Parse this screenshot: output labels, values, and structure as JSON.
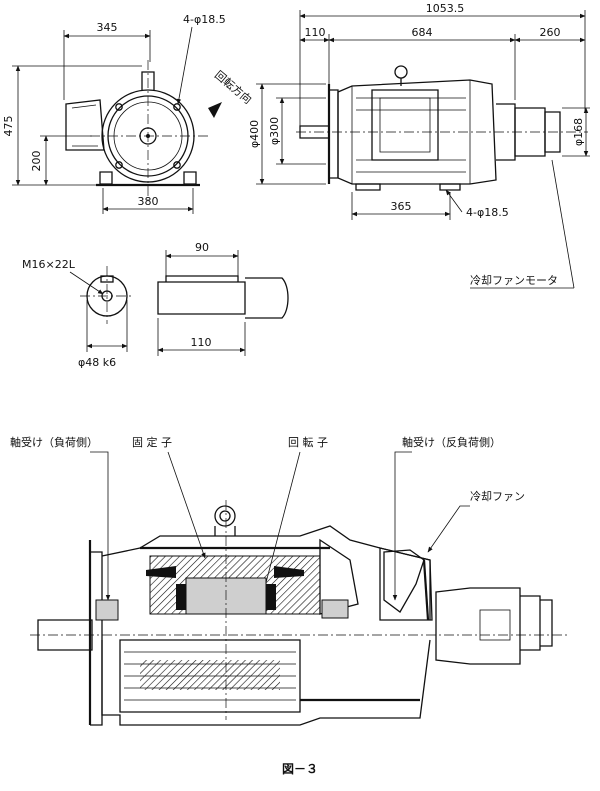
{
  "dimensions": {
    "front_width_top": "345",
    "front_height_total": "475",
    "front_shaft_height": "200",
    "front_base_width": "380",
    "front_holes": "4-φ18.5",
    "rotation": "回転方向",
    "side_total_length": "1053.5",
    "side_shaft_ext": "110",
    "side_body_length": "684",
    "side_fan_length": "260",
    "side_flange_dia": "φ400",
    "side_spigot_dia": "φ300",
    "side_fan_dia": "φ168",
    "side_foot_span": "365",
    "side_foot_holes": "4-φ18.5",
    "shaft_thread": "M16×22L",
    "shaft_dia": "φ48 k6",
    "shaft_key_length": "90",
    "shaft_length": "110"
  },
  "labels": {
    "cooling_fan_motor": "冷却ファンモータ",
    "bearing_load_side": "軸受け（負荷側）",
    "stator": "固 定 子",
    "rotor": "回 転 子",
    "bearing_opposite_side": "軸受け（反負荷側）",
    "cooling_fan": "冷却ファン"
  },
  "caption": "図－３"
}
